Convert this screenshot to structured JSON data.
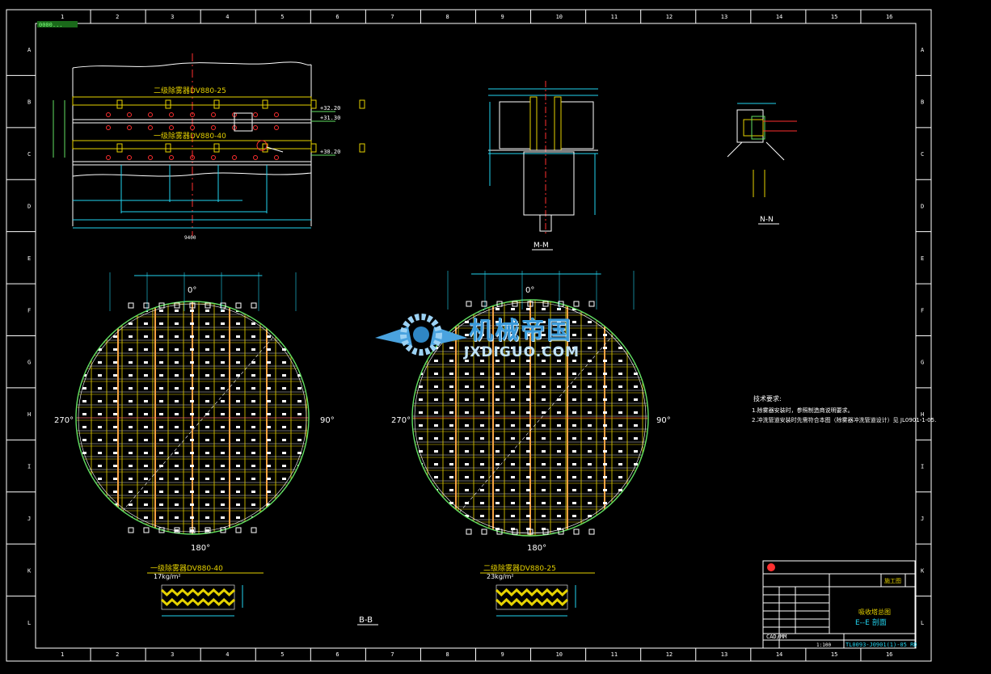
{
  "border": {
    "col_numbers": [
      "1",
      "2",
      "3",
      "4",
      "5",
      "6",
      "7",
      "8",
      "9",
      "10",
      "11",
      "12",
      "13",
      "14",
      "15",
      "16"
    ],
    "row_letters": [
      "A",
      "B",
      "C",
      "D",
      "E",
      "F",
      "G",
      "H",
      "I",
      "J",
      "K",
      "L"
    ]
  },
  "corner_tag": "0000...",
  "top_left_view": {
    "label_upper": "二级除雾器DV880-25",
    "label_lower": "一级除雾器DV880-40",
    "elev_1": "+32.20",
    "elev_2": "+31.30",
    "elev_3": "+30.20",
    "dim_total": "9400"
  },
  "section_m": {
    "title": "M-M"
  },
  "section_n": {
    "title": "N-N"
  },
  "bb_view": {
    "title": "B-B",
    "angles": {
      "a0": "0°",
      "a90": "90°",
      "a180": "180°",
      "a270": "270°"
    }
  },
  "detail_left": {
    "label": "一级除雾器DV880-40",
    "weight": "17kg/m²"
  },
  "detail_right": {
    "label": "二级除雾器DV880-25",
    "weight": "23kg/m²"
  },
  "notes": {
    "heading": "技术要求:",
    "line1": "1.除雾器安装时，参照制造商说明要求。",
    "line2": "2.冲洗管道安装时先需符合本图（除雾器冲洗管道设计）见 JL0901-1-05."
  },
  "logo": {
    "cn": "机械帝国",
    "en": "JXDIGUO.COM"
  },
  "title_block": {
    "drawing_name_1": "吸收塔总图",
    "drawing_name_2": "E--E 剖面",
    "stage": "施工图",
    "cadmm": "CAD/MM",
    "scale": "1:100",
    "drawing_no": "TL0093-J0901(1)-05 RD"
  },
  "colors": {
    "frame": "#ffffff",
    "grid_yellow": "#e6d200",
    "grid_orange": "#f4a142",
    "green": "#62e062",
    "cyan": "#22d4f0",
    "red": "#ff3030"
  }
}
